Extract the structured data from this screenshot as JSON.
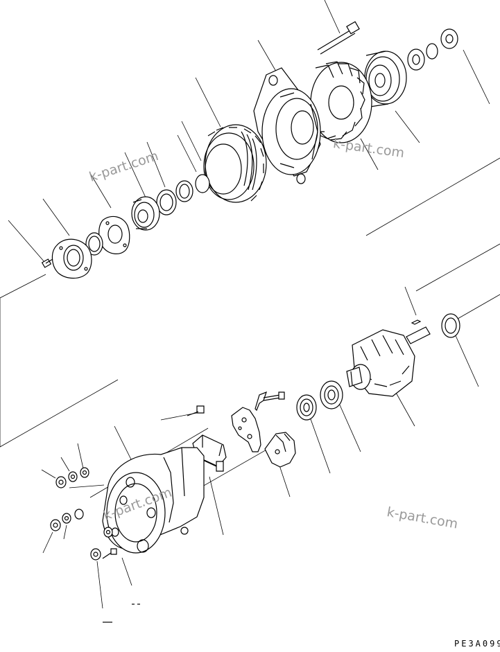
{
  "drawing_code": "PE3A099",
  "watermarks": [
    "k-part.com",
    "k-part.com",
    "k-part.com"
  ],
  "colors": {
    "line": "#000000",
    "background": "#ffffff",
    "watermark": "#9a9a9a"
  },
  "parts": [
    "bolt-long",
    "flange-nut",
    "washer",
    "pulley",
    "fan",
    "front-housing",
    "stator",
    "spacer",
    "bearing",
    "retainer",
    "bearing-cover",
    "screw",
    "key",
    "seal-ring",
    "rotor",
    "rear-housing",
    "brush-holder",
    "regulator",
    "rectifier",
    "cover",
    "terminal-nut",
    "terminal-washer"
  ]
}
